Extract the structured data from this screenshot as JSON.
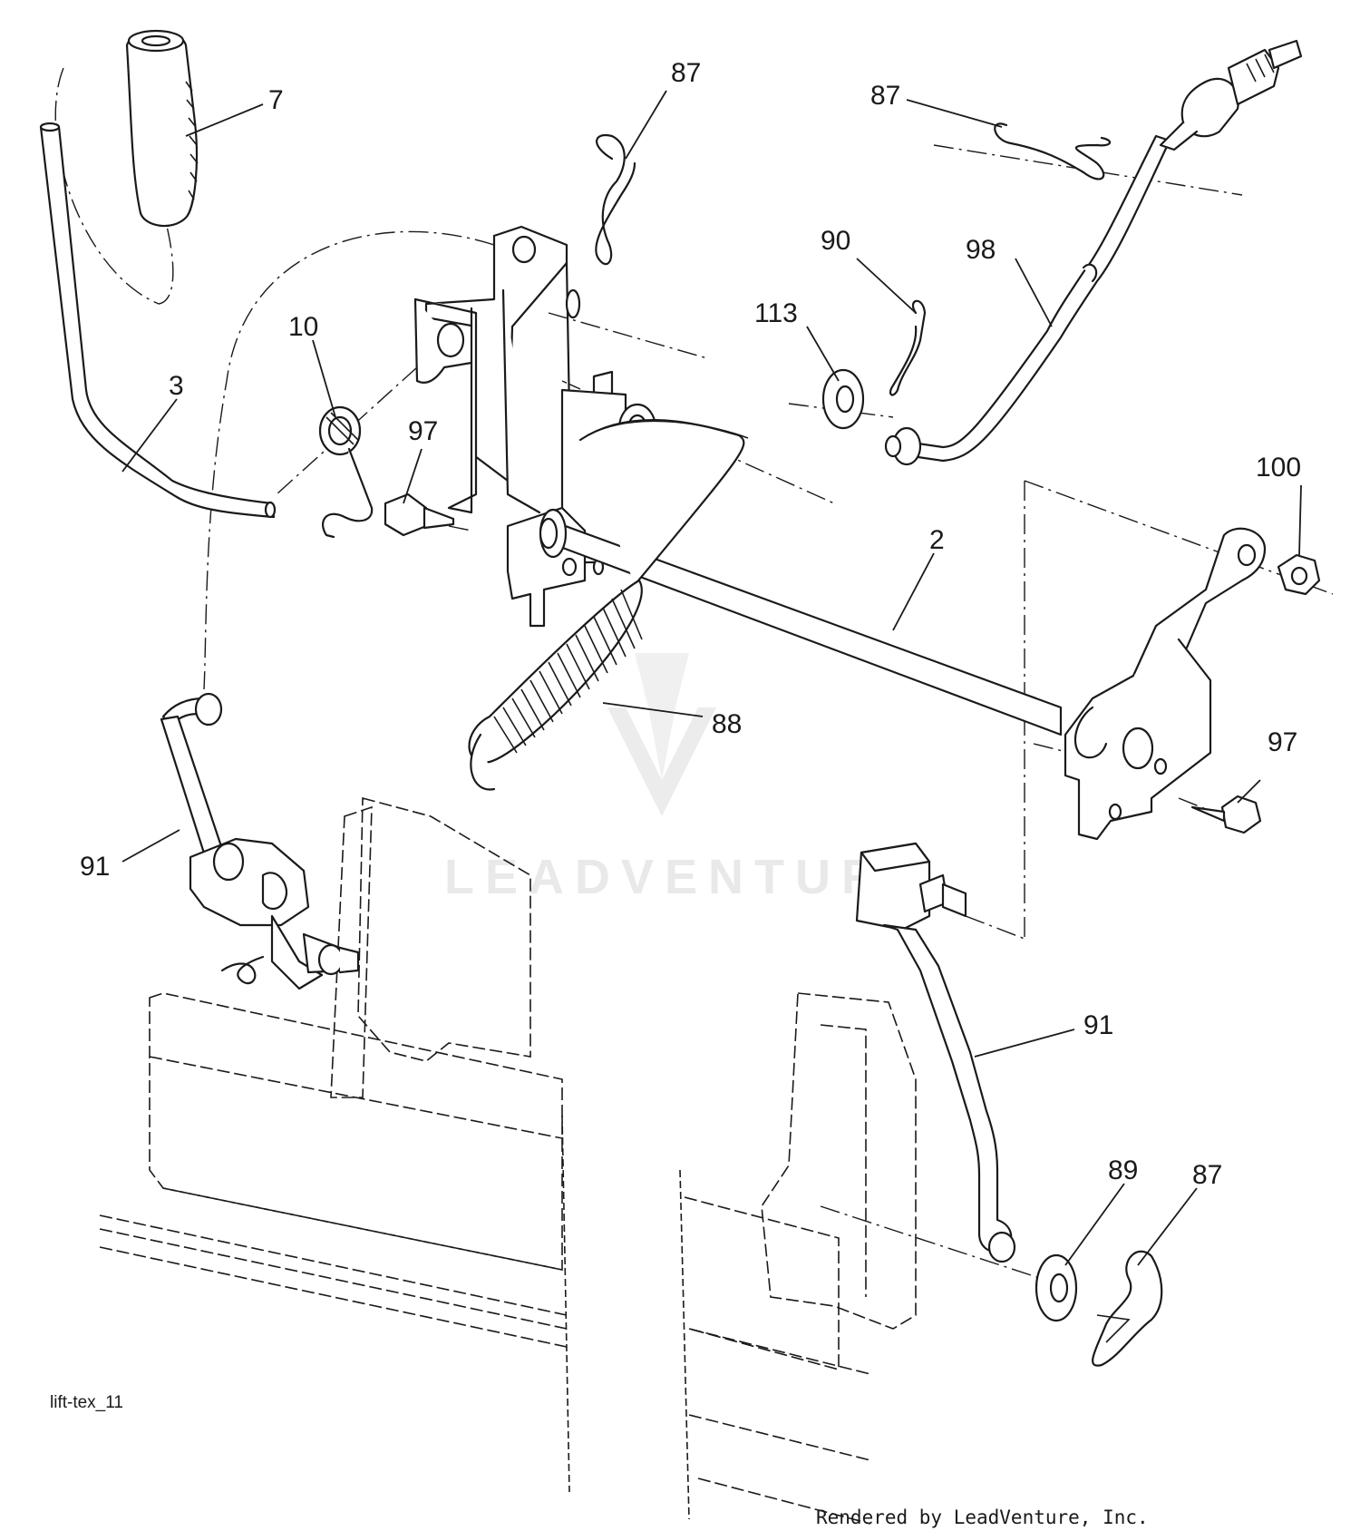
{
  "diagram": {
    "figure_id": "lift-tex_11",
    "render_credit": "Rendered by LeadVenture, Inc.",
    "watermark": "LEADVENTURE",
    "callouts": [
      {
        "id": "c7",
        "label": "7"
      },
      {
        "id": "c3",
        "label": "3"
      },
      {
        "id": "c10",
        "label": "10"
      },
      {
        "id": "c97a",
        "label": "97"
      },
      {
        "id": "c87a",
        "label": "87"
      },
      {
        "id": "c87b",
        "label": "87"
      },
      {
        "id": "c90",
        "label": "90"
      },
      {
        "id": "c98",
        "label": "98"
      },
      {
        "id": "c113",
        "label": "113"
      },
      {
        "id": "c100",
        "label": "100"
      },
      {
        "id": "c2",
        "label": "2"
      },
      {
        "id": "c88",
        "label": "88"
      },
      {
        "id": "c97b",
        "label": "97"
      },
      {
        "id": "c91a",
        "label": "91"
      },
      {
        "id": "c91b",
        "label": "91"
      },
      {
        "id": "c89",
        "label": "89"
      },
      {
        "id": "c87c",
        "label": "87"
      }
    ]
  }
}
